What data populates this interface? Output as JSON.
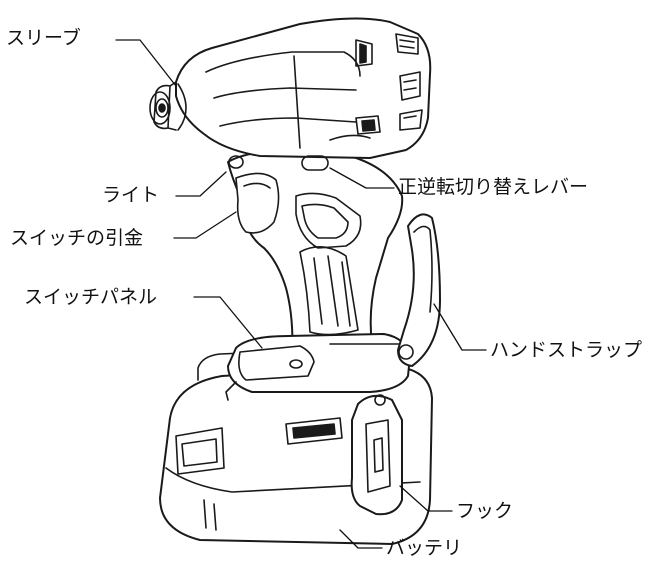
{
  "labels": {
    "sleeve": "スリーブ",
    "light": "ライト",
    "trigger": "スイッチの引金",
    "switch_panel": "スイッチパネル",
    "reverse_lever": "正逆転切り替えレバー",
    "hand_strap": "ハンドストラップ",
    "hook": "フック",
    "battery": "バッテリ"
  }
}
